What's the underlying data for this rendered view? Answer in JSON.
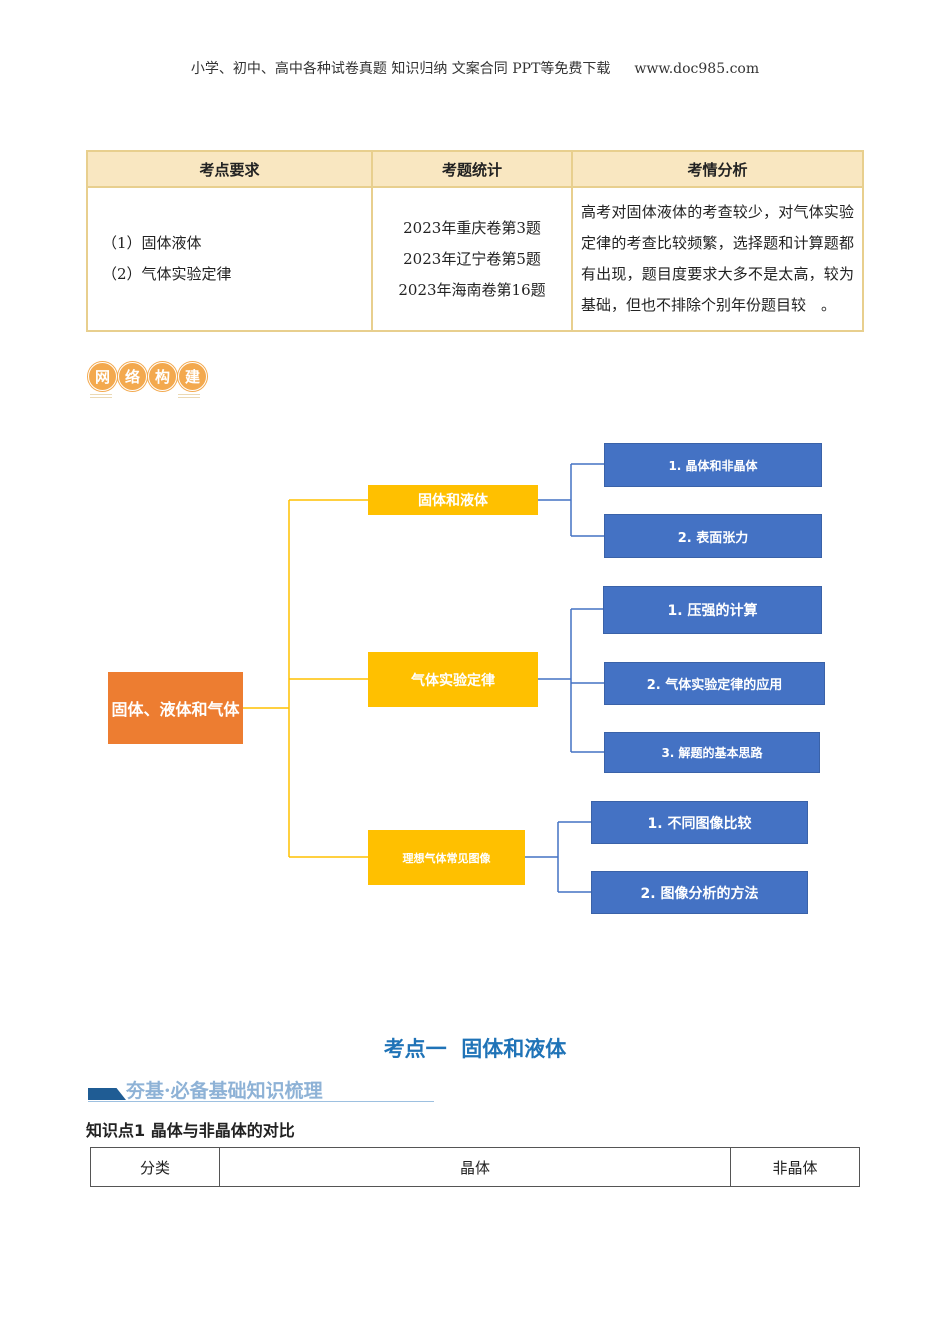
{
  "header": {
    "text": "小学、初中、高中各种试卷真题 知识归纳 文案合同 PPT等免费下载",
    "url": "www.doc985.com"
  },
  "table1": {
    "headers": [
      "考点要求",
      "考题统计",
      "考情分析"
    ],
    "requirements": [
      "（1）固体液体",
      "（2）气体实验定律"
    ],
    "stats": [
      "2023年重庆卷第3题",
      "2023年辽宁卷第5题",
      "2023年海南卷第16题"
    ],
    "analysis": "高考对固体液体的考查较少，对气体实验定律的考查比较频繁，选择题和计算题都有出现，题目度要求大多不是太高，较为基础，但也不排除个别年份题目较　。"
  },
  "badge": [
    "网",
    "络",
    "构",
    "建"
  ],
  "mindmap": {
    "root": "固体、液体和气体",
    "branches": [
      {
        "label": "固体和液体",
        "children": [
          "1. 晶体和非晶体",
          "2. 表面张力"
        ]
      },
      {
        "label": "气体实验定律",
        "children": [
          "1. 压强的计算",
          "2. 气体实验定律的应用",
          "3. 解题的基本思路"
        ]
      },
      {
        "label": "理想气体常见图像",
        "children": [
          "1. 不同图像比较",
          "2. 图像分析的方法"
        ]
      }
    ]
  },
  "colors": {
    "root": "#ED7D31",
    "branch": "#FFC000",
    "leaf": "#4472C4"
  },
  "section_title": "考点一  固体和液体",
  "subtitle": "夯基·必备基础知识梳理",
  "knowledge_point": "知识点1 晶体与非晶体的对比",
  "table2": {
    "headers": [
      "分类",
      "晶体",
      "非晶体"
    ]
  }
}
